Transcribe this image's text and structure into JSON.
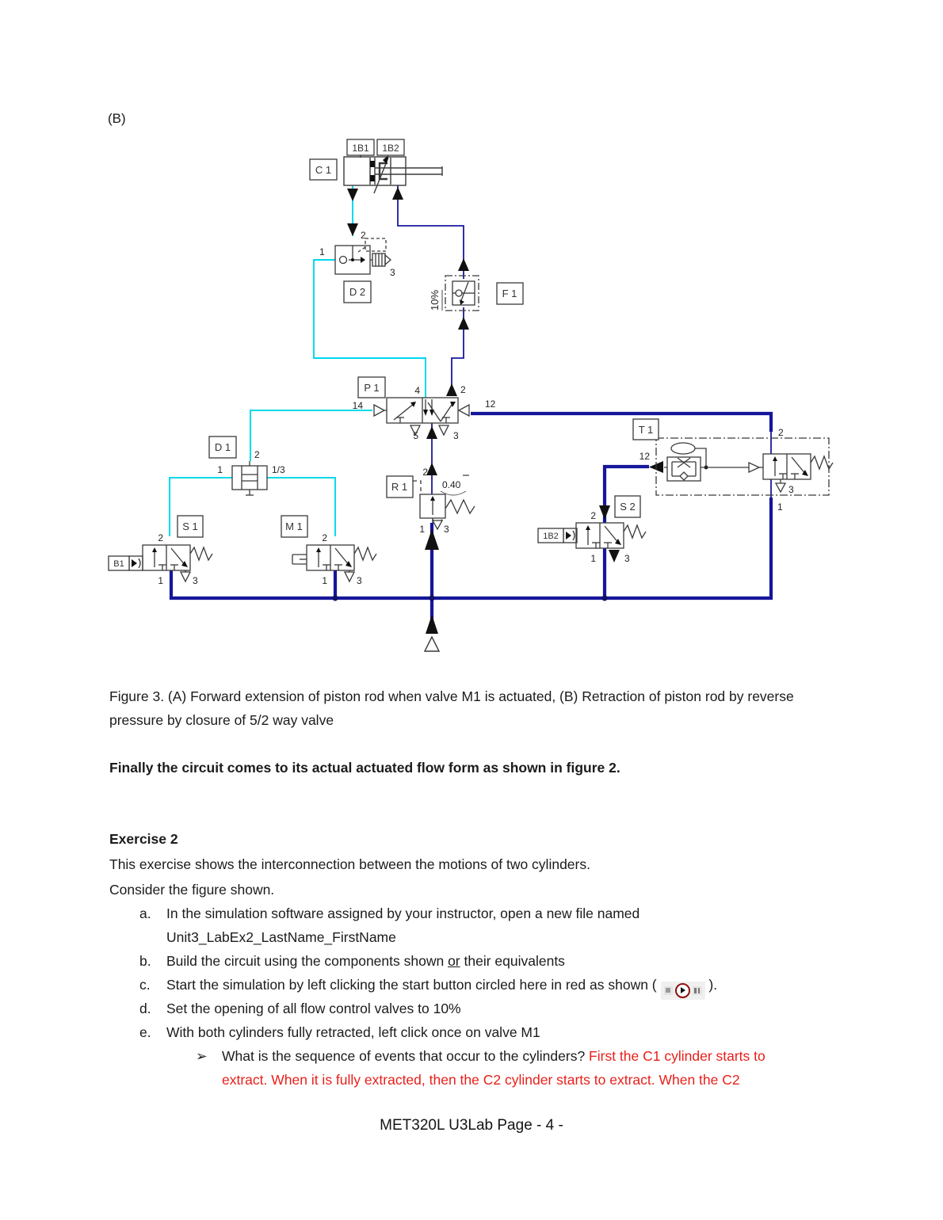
{
  "page": {
    "section_label": "(B)",
    "footer": "MET320L U3Lab Page - 4 -"
  },
  "diagram": {
    "tags": {
      "c1": "C 1",
      "sensor_1b1": "1B1",
      "sensor_1b2": "1B2",
      "d2": "D 2",
      "f1": "F 1",
      "p1": "P 1",
      "d1": "D 1",
      "r1": "R 1",
      "t1": "T 1",
      "s1": "S 1",
      "m1": "M 1",
      "s2": "S 2",
      "b1_proximity": "B1",
      "b2_proximity": "1B2"
    },
    "ports": {
      "d2_1": "1",
      "d2_2": "2",
      "d2_3": "3",
      "f1_opening": "10%",
      "p1_14": "14",
      "p1_4": "4",
      "p1_2": "2",
      "p1_12": "12",
      "p1_5": "5",
      "p1_3": "3",
      "d1_1": "1",
      "d1_2": "2",
      "d1_13": "1/3",
      "r1_2": "2",
      "r1_setting": "0.40",
      "r1_1": "1",
      "r1_3": "3",
      "t1_12": "12",
      "t1_2": "2",
      "t1_1": "1",
      "t1_3": "3",
      "s1_2": "2",
      "s1_1": "1",
      "s1_3": "3",
      "m1_2": "2",
      "m1_1": "1",
      "m1_3": "3",
      "s2_2": "2",
      "s2_1": "1",
      "s2_3": "3"
    }
  },
  "caption": {
    "figure": "Figure 3. (A) Forward extension of piston rod when valve M1 is actuated, (B) Retraction of piston rod by reverse pressure by closure of 5/2 way valve",
    "finally": "Finally the circuit comes to its actual actuated flow form as shown in figure 2."
  },
  "exercise": {
    "heading": "Exercise 2",
    "intro1": "This exercise shows the interconnection between the motions of two cylinders.",
    "intro2": "Consider the figure shown.",
    "item_a_marker": "a.",
    "item_a_line1": "In the simulation software assigned by your instructor, open a new file named",
    "item_a_line2": "Unit3_LabEx2_LastName_FirstName",
    "item_b_marker": "b.",
    "item_b_pre": "Build the circuit using the components shown ",
    "item_b_underlined": "or",
    "item_b_post": " their equivalents",
    "item_c_marker": "c.",
    "item_c_pre": "Start the simulation by left clicking the start button circled here in red as shown ( ",
    "item_c_post": " ).",
    "item_d_marker": "d.",
    "item_d_text": "Set the opening of all flow control valves to 10%",
    "item_e_marker": "e.",
    "item_e_text": "With both cylinders fully retracted, left click once on valve M1",
    "bullet_marker": "➢",
    "bullet_question": "What is the sequence of events that occur to the cylinders? ",
    "answer_red_line1": "First the C1 cylinder starts to",
    "answer_red_line2": "extract. When it is fully extracted, then the C2 cylinder starts to extract. When the C2"
  }
}
